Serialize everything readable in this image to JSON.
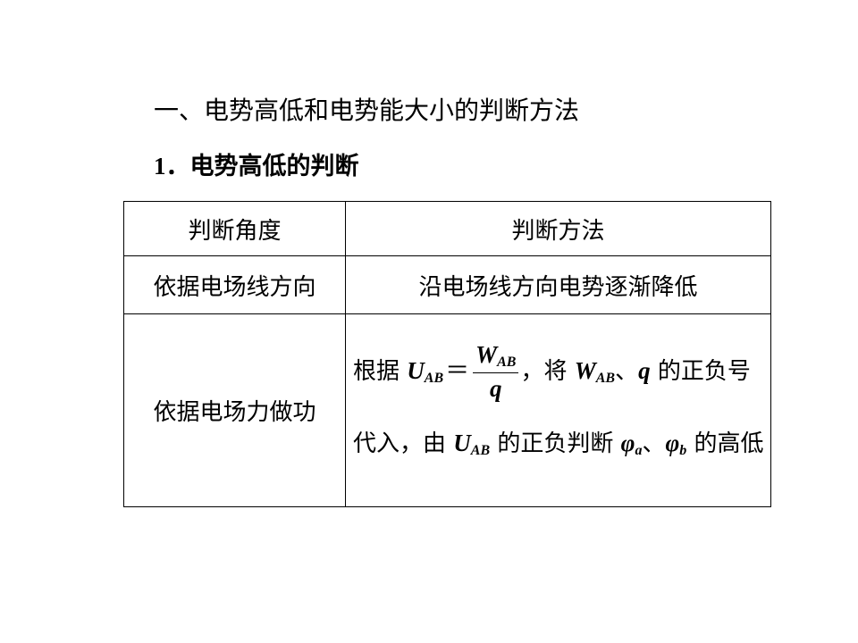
{
  "section_title": "一、电势高低和电势能大小的判断方法",
  "subsection": {
    "number": "1．",
    "title": "电势高低的判断"
  },
  "table": {
    "headers": [
      "判断角度",
      "判断方法"
    ],
    "row1": {
      "angle": "依据电场线方向",
      "method": "沿电场线方向电势逐渐降低"
    },
    "row2": {
      "angle": "依据电场力做功",
      "t1": "根据 ",
      "u": "U",
      "u_sub": "AB",
      "eq": "＝",
      "w": "W",
      "w_sub": "AB",
      "q": "q",
      "t2": "，将 ",
      "w2": "W",
      "w2_sub": "AB",
      "t3": "、",
      "q2": "q",
      "t4": " 的正负号代入，由 ",
      "u2": "U",
      "u2_sub": "AB",
      "t5": " 的正负判断 ",
      "phi_a": "φ",
      "phi_a_sub": "a",
      "t6": "、",
      "phi_b": "φ",
      "phi_b_sub": "b",
      "t7": " 的高低"
    }
  }
}
